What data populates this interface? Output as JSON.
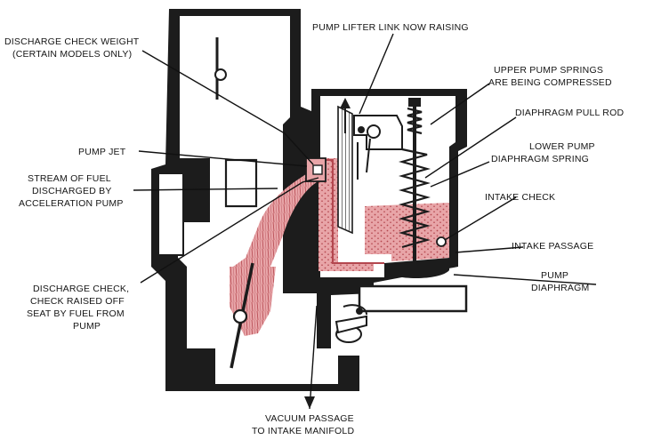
{
  "labels": {
    "discharge_check_weight": [
      "DISCHARGE CHECK WEIGHT",
      "(CERTAIN MODELS ONLY)"
    ],
    "pump_lifter_link": [
      "PUMP LIFTER LINK NOW RAISING"
    ],
    "upper_pump_springs": [
      "UPPER PUMP SPRINGS",
      "ARE BEING COMPRESSED"
    ],
    "diaphragm_pull_rod": [
      "DIAPHRAGM PULL ROD"
    ],
    "pump_jet": [
      "PUMP JET"
    ],
    "lower_pump_spring": [
      "LOWER PUMP",
      "DIAPHRAGM SPRING"
    ],
    "stream_of_fuel": [
      "STREAM OF FUEL",
      "DISCHARGED BY",
      "ACCELERATION PUMP"
    ],
    "intake_check": [
      "INTAKE CHECK"
    ],
    "intake_passage": [
      "INTAKE PASSAGE"
    ],
    "pump_diaphragm": [
      "PUMP",
      "DIAPHRAGM"
    ],
    "discharge_check": [
      "DISCHARGE CHECK,",
      "CHECK RAISED OFF",
      "SEAT BY FUEL FROM",
      "PUMP"
    ],
    "vacuum_passage": [
      "VACUUM PASSAGE",
      "TO INTAKE MANIFOLD"
    ]
  },
  "colors": {
    "fuel": "#e8a5a8",
    "fuel_dots": "#b4474f",
    "body": "#1c1c1c",
    "background": "#ffffff"
  }
}
